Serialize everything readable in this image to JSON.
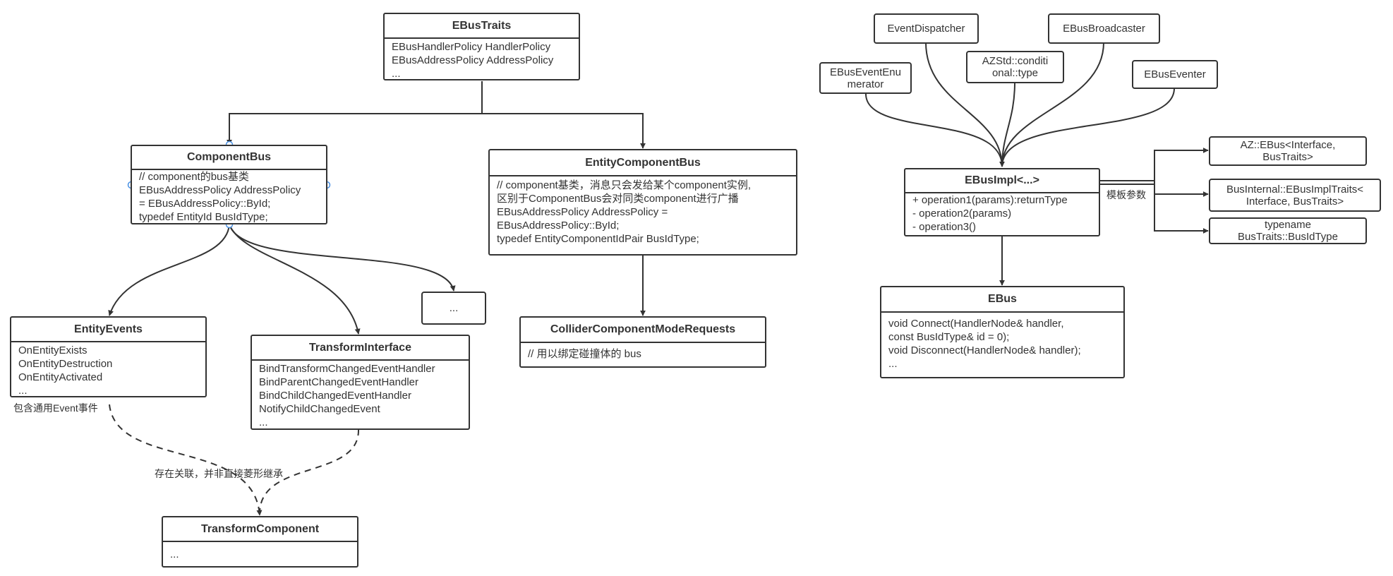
{
  "colors": {
    "stroke": "#333333",
    "port": "#4a90e2",
    "background": "#ffffff"
  },
  "ebus_traits": {
    "title": "EBusTraits",
    "lines": [
      "EBusHandlerPolicy HandlerPolicy",
      "EBusAddressPolicy AddressPolicy",
      "..."
    ]
  },
  "component_bus": {
    "title": "ComponentBus",
    "lines": [
      "// component的bus基类",
      "EBusAddressPolicy AddressPolicy",
      "= EBusAddressPolicy::ById;",
      "typedef EntityId BusIdType;"
    ]
  },
  "entity_component_bus": {
    "title": "EntityComponentBus",
    "lines": [
      "// component基类，消息只会发给某个component实例,",
      "区别于ComponentBus会对同类component进行广播",
      "EBusAddressPolicy AddressPolicy =",
      "EBusAddressPolicy::ById;",
      "typedef EntityComponentIdPair BusIdType;"
    ]
  },
  "entity_events": {
    "title": "EntityEvents",
    "lines": [
      "OnEntityExists",
      "OnEntityDestruction",
      "OnEntityActivated",
      "..."
    ]
  },
  "transform_interface": {
    "title": "TransformInterface",
    "lines": [
      "BindTransformChangedEventHandler",
      "BindParentChangedEventHandler",
      "BindChildChangedEventHandler",
      "NotifyChildChangedEvent",
      "..."
    ]
  },
  "ellipsis_box": {
    "label": "..."
  },
  "collider_requests": {
    "title": "ColliderComponentModeRequests",
    "lines": [
      "// 用以绑定碰撞体的 bus"
    ]
  },
  "transform_component": {
    "title": "TransformComponent",
    "lines": [
      "..."
    ]
  },
  "labels": {
    "entity_events_note": "包含通用Event事件",
    "association_note": "存在关联，并非直接菱形继承",
    "template_params": "模板参数"
  },
  "event_dispatcher": {
    "label": "EventDispatcher"
  },
  "ebus_broadcaster": {
    "label": "EBusBroadcaster"
  },
  "ebus_event_enumerator": {
    "line1": "EBusEventEnu",
    "line2": "merator"
  },
  "azstd_conditional": {
    "line1": "AZStd::conditi",
    "line2": "onal::type"
  },
  "ebus_eventer": {
    "label": "EBusEventer"
  },
  "ebus_impl": {
    "title": "EBusImpl<...>",
    "lines": [
      "+ operation1(params):returnType",
      "- operation2(params)",
      "- operation3()"
    ]
  },
  "az_ebus": {
    "line1": "AZ::EBus<Interface,",
    "line2": "BusTraits>"
  },
  "bus_internal_traits": {
    "line1": "BusInternal::EBusImplTraits<",
    "line2": "Interface, BusTraits>"
  },
  "bus_id_type": {
    "line1": "typename",
    "line2": "BusTraits::BusIdType"
  },
  "ebus": {
    "title": "EBus",
    "lines": [
      "void Connect(HandlerNode& handler,",
      "const BusIdType& id = 0);",
      "void Disconnect(HandlerNode& handler);",
      "..."
    ]
  }
}
